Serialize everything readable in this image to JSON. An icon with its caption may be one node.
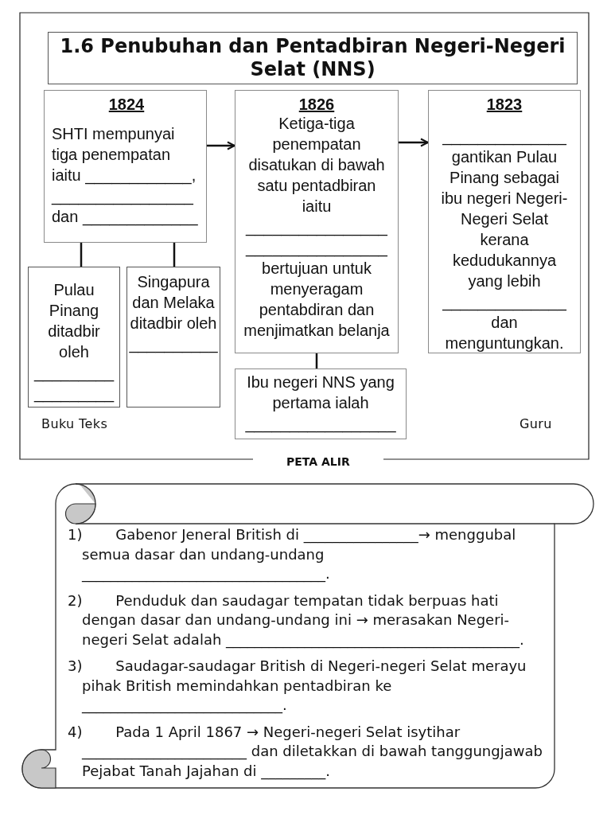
{
  "diagram": {
    "title": "1.6 Penubuhan dan Pentadbiran Negeri-Negeri Selat (NNS)",
    "nodes": [
      {
        "text": [
          "1824",
          "SHTI mempunyai tiga penempatan iaitu ____________, ________________ dan _____________"
        ]
      },
      {
        "text": [
          "1826",
          "Ketiga-tiga penempatan disatukan di bawah satu pentadbiran iaitu ________________ ________________ bertujuan untuk menyeragam pentabdiran dan menjimatkan belanja"
        ]
      },
      {
        "text": [
          "1823",
          "______________ gantikan Pulau Pinang sebagai ibu negeri Negeri-Negeri Selat kerana kedudukannya yang lebih ______________ dan menguntungkan."
        ]
      },
      {
        "text": [
          "Pulau Pinang ditadbir oleh _________ _________"
        ]
      },
      {
        "text": [
          "Singapura dan Melaka ditadbir oleh __________"
        ]
      },
      {
        "text": [
          "Ibu negeri NNS yang pertama ialah _________________"
        ]
      },
      {
        "text": [
          "1) Gabenor Jeneral British di ________________→ menggubal semua dasar dan undang-undang __________________________________.",
          "2) Penduduk dan saudagar tempatan tidak berpuas hati dengan dasar dan undang-undang ini → merasakan Negeri-negeri Selat adalah _________________________________________.",
          "3) Saudagar-saudagar British di Negeri-negeri Selat merayu pihak British memindahkan pentadbiran ke ____________________________.",
          "4) Pada 1 April 1867 → Negeri-negeri Selat isytihar _______________________ dan diletakkan di bawah tanggungjawab Pejabat Tanah Jajahan di _________."
        ]
      }
    ],
    "edges": [
      {
        "from": 0,
        "to": 1,
        "arrow": "to"
      },
      {
        "from": 1,
        "to": 2,
        "arrow": "to"
      },
      {
        "from": 0,
        "to": 3,
        "arrow": "none"
      },
      {
        "from": 0,
        "to": 4,
        "arrow": "none"
      },
      {
        "from": 1,
        "to": 5,
        "arrow": "none"
      }
    ],
    "labels": [
      "Buku Teks",
      "Guru",
      "PETA ALIR"
    ]
  }
}
